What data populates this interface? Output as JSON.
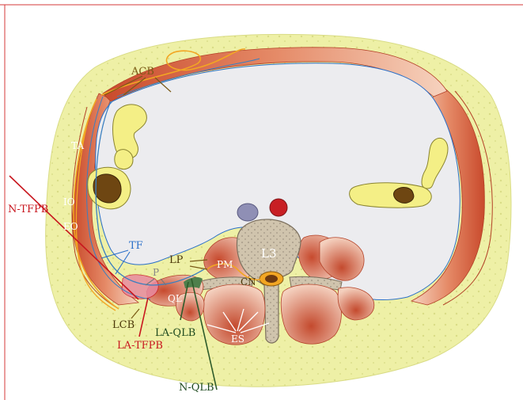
{
  "labels": {
    "acb": "ACB",
    "ta": "TA",
    "io": "IO",
    "eo": "EO",
    "tf": "TF",
    "p": "P",
    "ql": "QL",
    "lp": "LP",
    "pm": "PM",
    "l3": "L3",
    "cn": "CN",
    "es": "ES",
    "lcb": "LCB",
    "la_tfpb": "LA-TFPB",
    "la_qlb": "LA-QLB",
    "n_tfpb": "N-TFPB",
    "n_qlb": "N-QLB"
  },
  "colors": {
    "fat": "#eef0a6",
    "cavity": "#ececef",
    "muscle": "#d86a4a",
    "muscle_light": "#f3c2aa",
    "bowel": "#f4ef86",
    "bone": "#cfc3ab",
    "nerve": "#f2a623",
    "fascia": "#3a7fc0",
    "needle_red": "#c8161e",
    "needle_green": "#2e5b2a",
    "label_brown": "#7a5a15",
    "label_white": "#ffffff",
    "label_blue": "#2a6fc8",
    "label_red": "#c8161e",
    "label_green": "#1f4a1f"
  }
}
